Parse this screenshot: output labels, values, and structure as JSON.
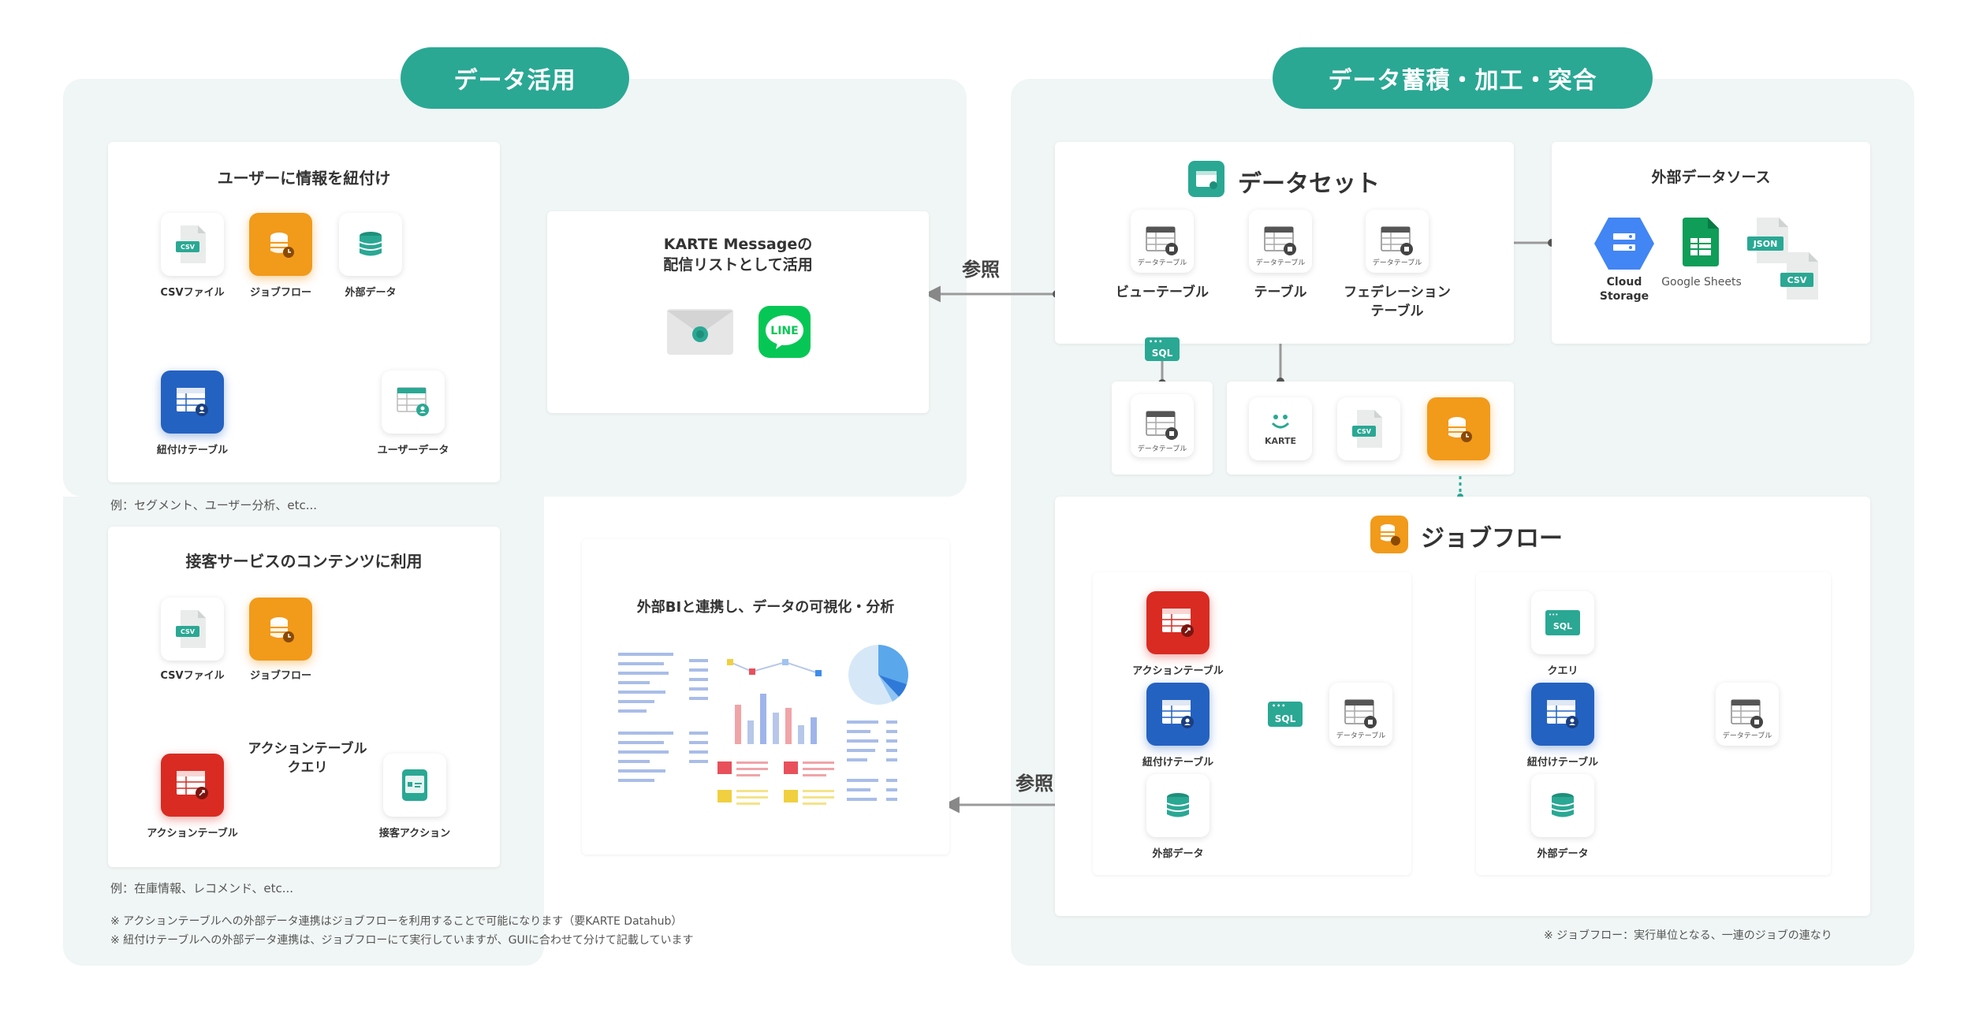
{
  "colors": {
    "teal": "#2aa894",
    "orange": "#f29a1a",
    "blue": "#2462c2",
    "red": "#d92b22",
    "panel": "#f0f6f5",
    "line": "#888888"
  },
  "left_section": {
    "title": "データ活用",
    "card_user": {
      "title": "ユーザーに情報を紐付け",
      "icons": {
        "csv": "CSVファイル",
        "jobflow": "ジョブフロー",
        "external": "外部データ",
        "link_table": "紐付けテーブル",
        "user_data": "ユーザーデータ"
      },
      "csv_text": "CSV"
    },
    "note_user": "例：セグメント、ユーザー分析、etc...",
    "card_karte": {
      "title_line1": "KARTE Messageの",
      "title_line2": "配信リストとして活用",
      "line_text": "LINE"
    },
    "card_service": {
      "title": "接客サービスのコンテンツに利用",
      "icons": {
        "csv": "CSVファイル",
        "jobflow": "ジョブフロー",
        "action_table": "アクションテーブル",
        "action": "接客アクション"
      },
      "query_line1": "アクションテーブル",
      "query_line2": "クエリ",
      "csv_text": "CSV"
    },
    "note_service": "例：在庫情報、レコメンド、etc...",
    "card_bi": {
      "title": "外部BIと連携し、データの可視化・分析"
    },
    "footnote1": "※ アクションテーブルへの外部データ連携はジョブフローを利用することで可能になります（要KARTE Datahub）",
    "footnote2": "※ 紐付けテーブルへの外部データ連携は、ジョブフローにて実行していますが、GUIに合わせて分けて記載しています"
  },
  "ref_label_top": "参照",
  "ref_label_bottom": "参照",
  "right_section": {
    "title": "データ蓄積・加工・突合",
    "dataset": {
      "title": "データセット",
      "tables": [
        {
          "small": "データテーブル",
          "label": "ビューテーブル"
        },
        {
          "small": "データテーブル",
          "label": "テーブル"
        },
        {
          "small": "データテーブル",
          "label_line1": "フェデレーション",
          "label_line2": "テーブル"
        }
      ]
    },
    "external_sources": {
      "title": "外部データソース",
      "cloud_storage_line1": "Cloud",
      "cloud_storage_line2": "Storage",
      "google_sheets": "Google Sheets",
      "json_text": "JSON",
      "csv_text": "CSV"
    },
    "sql_text": "SQL",
    "middle_small": "データテーブル",
    "karte_text": "KARTE",
    "csv_text": "CSV",
    "jobflow": {
      "title": "ジョブフロー",
      "left": {
        "action_table": "アクションテーブル",
        "link_table": "紐付けテーブル",
        "external": "外部データ",
        "sql_text": "SQL",
        "data_table_small": "データテーブル"
      },
      "right": {
        "query": "クエリ",
        "link_table": "紐付けテーブル",
        "external": "外部データ",
        "sql_text": "SQL",
        "data_table_small": "データテーブル"
      }
    },
    "footnote": "※ ジョブフロー：実行単位となる、一連のジョブの連なり"
  }
}
